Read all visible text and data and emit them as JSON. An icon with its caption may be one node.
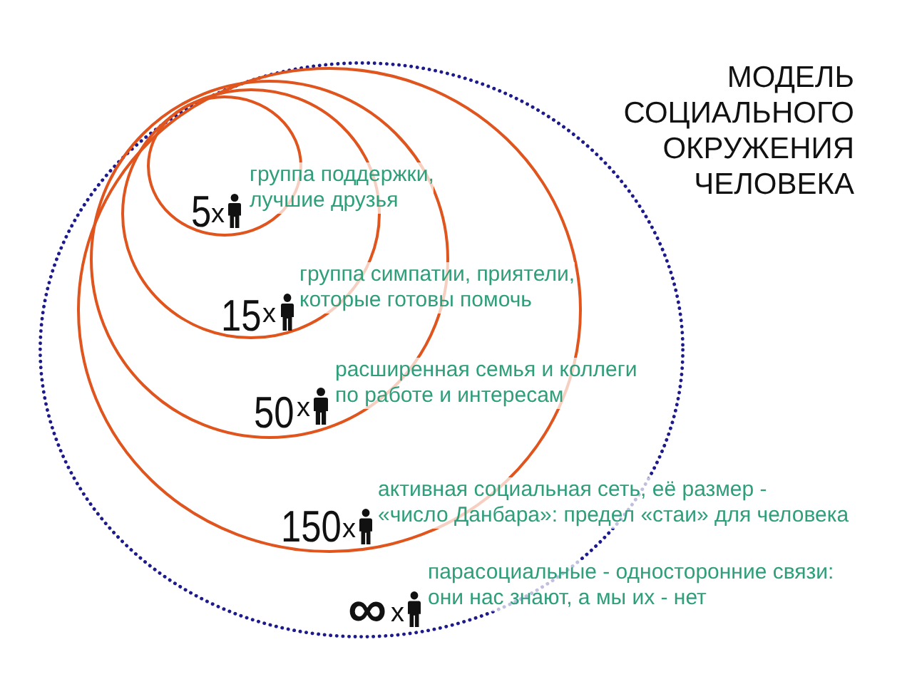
{
  "diagram": {
    "title": "МОДЕЛЬ СОЦИАЛЬНОГО ОКРУЖЕНИЯ ЧЕЛОВЕКА",
    "nodes": [
      {
        "text": [
          "∞",
          "x"
        ],
        "beside": [
          "парасоциальные - односторонние связи: они нас знают, а мы их - нет"
        ]
      },
      {
        "text": [
          "150",
          "x"
        ],
        "in": 0,
        "beside": [
          "активная социальная сеть, её размер - «число Данбара»: предел «стаи» для человека"
        ]
      },
      {
        "text": [
          "50",
          "x"
        ],
        "in": 1,
        "beside": [
          "расширенная семья и коллеги по работе и интересам"
        ]
      },
      {
        "text": [
          "15",
          "x"
        ],
        "in": 2,
        "beside": [
          "группа симпатии, приятели, которые готовы помочь"
        ]
      },
      {
        "text": [
          "5",
          "x"
        ],
        "in": 3,
        "beside": [
          "группа поддержки, лучшие друзья"
        ]
      }
    ]
  }
}
